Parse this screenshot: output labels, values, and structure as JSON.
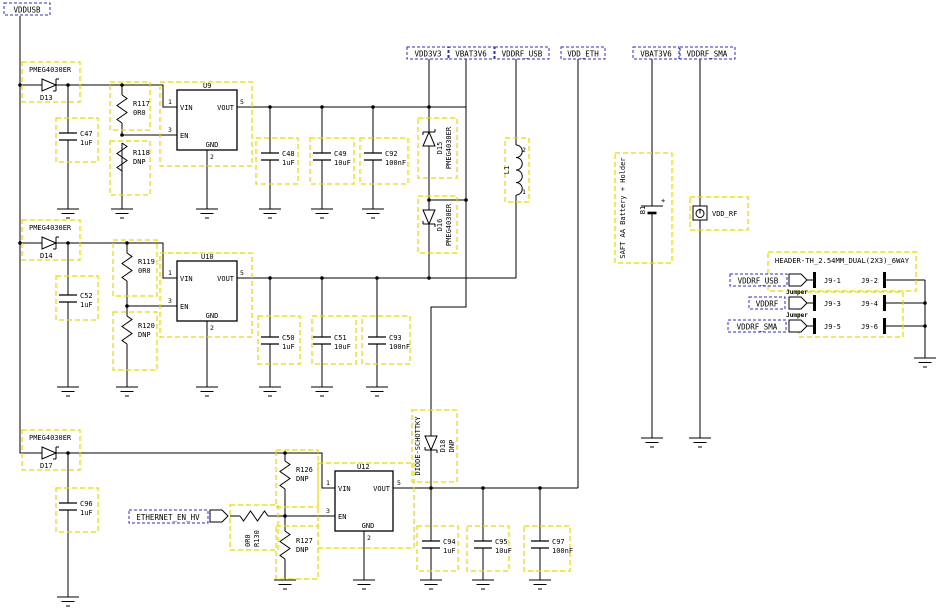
{
  "nets": {
    "vddusb": "VDDUSB",
    "vdd3v3": "VDD3V3",
    "vbat3v6": "VBAT3V6",
    "vddrf_usb": "VDDRF_USB",
    "vdd_eth": "VDD_ETH",
    "vddrf_sma": "VDDRF_SMA",
    "vddrf": "VDDRF",
    "ethernet_en_hv": "ETHERNET_EN_HV"
  },
  "power_port": {
    "label": "VDD_RF"
  },
  "ics": {
    "u9": "U9",
    "u10": "U10",
    "u12": "U12",
    "pin_names": {
      "vin": "VIN",
      "en": "EN",
      "vout": "VOUT",
      "gnd": "GND"
    },
    "pin_numbers": {
      "vin": "1",
      "en": "3",
      "vout": "5",
      "gnd": "2"
    }
  },
  "inductor": {
    "ref": "L1",
    "pin_top": "2",
    "pin_bottom": "1"
  },
  "battery": {
    "ref": "B1",
    "desc": "SAFT AA Battery + Holder",
    "plus": "+"
  },
  "diodes": {
    "d13": {
      "ref": "D13",
      "part": "PMEG4030ER"
    },
    "d14": {
      "ref": "D14",
      "part": "PMEG4030ER"
    },
    "d15": {
      "ref": "D15",
      "part": "PMEG4030ER"
    },
    "d16": {
      "ref": "D16",
      "part": "PMEG4030ER"
    },
    "d17": {
      "ref": "D17",
      "part": "PMEG4030ER"
    },
    "d18": {
      "ref": "D18",
      "note": "DNP",
      "part": "DIODE-SCHOTTKY"
    }
  },
  "capacitors": {
    "c47": {
      "ref": "C47",
      "value": "1uF"
    },
    "c48": {
      "ref": "C48",
      "value": "1uF"
    },
    "c49": {
      "ref": "C49",
      "value": "10uF"
    },
    "c92": {
      "ref": "C92",
      "value": "100nF"
    },
    "c52": {
      "ref": "C52",
      "value": "1uF"
    },
    "c50": {
      "ref": "C50",
      "value": "1uF"
    },
    "c51": {
      "ref": "C51",
      "value": "10uF"
    },
    "c93": {
      "ref": "C93",
      "value": "100nF"
    },
    "c96": {
      "ref": "C96",
      "value": "1uF"
    },
    "c94": {
      "ref": "C94",
      "value": "1uF"
    },
    "c95": {
      "ref": "C95",
      "value": "10uF"
    },
    "c97": {
      "ref": "C97",
      "value": "100nF"
    }
  },
  "resistors": {
    "r117": {
      "ref": "R117",
      "value": "0R0"
    },
    "r118": {
      "ref": "R118",
      "value": "DNP"
    },
    "r119": {
      "ref": "R119",
      "value": "0R0"
    },
    "r120": {
      "ref": "R120",
      "value": "DNP"
    },
    "r126": {
      "ref": "R126",
      "value": "DNP"
    },
    "r127": {
      "ref": "R127",
      "value": "DNP"
    },
    "r130": {
      "ref": "R130",
      "value": "0R0"
    }
  },
  "header": {
    "title": "HEADER-TH_2.54MM_DUAL(2X3)_6WAY",
    "pins": {
      "p1": "J9-1",
      "p2": "J9-2",
      "p3": "J9-3",
      "p4": "J9-4",
      "p5": "J9-5",
      "p6": "J9-6"
    },
    "jumper": "Jumper"
  },
  "colors": {
    "highlight_box": "#e8d900",
    "net_label_box": "#2d2dc8",
    "wire": "#000000"
  }
}
